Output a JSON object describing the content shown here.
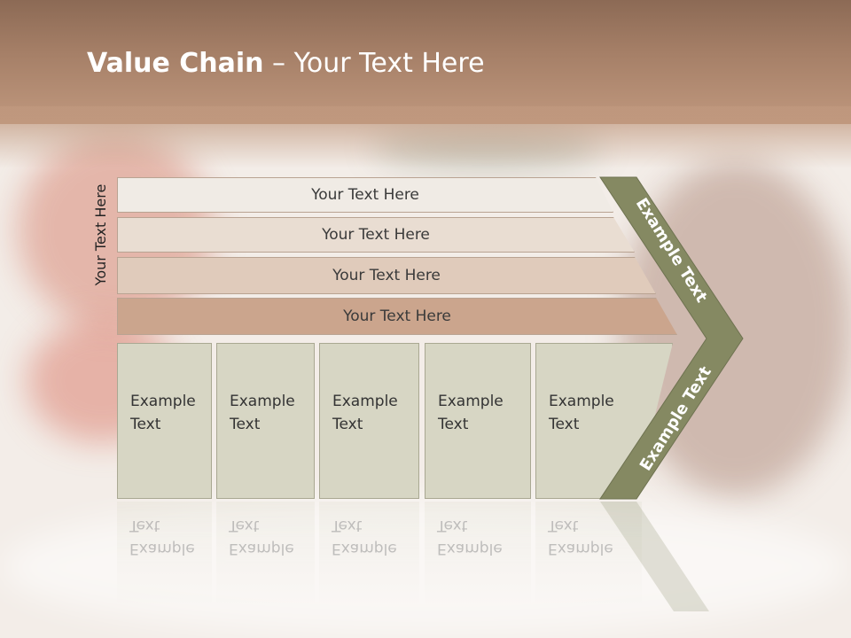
{
  "title": {
    "bold": "Value Chain",
    "rest": " – Your Text Here"
  },
  "vertical_label": "Your Text Here",
  "bars": [
    {
      "label": "Your Text Here"
    },
    {
      "label": "Your Text Here"
    },
    {
      "label": "Your Text Here"
    },
    {
      "label": "Your Text Here"
    }
  ],
  "columns": [
    {
      "line1": "Example",
      "line2": "Text"
    },
    {
      "line1": "Example",
      "line2": "Text"
    },
    {
      "line1": "Example",
      "line2": "Text"
    },
    {
      "line1": "Example",
      "line2": "Text"
    },
    {
      "line1": "Example",
      "line2": "Text"
    }
  ],
  "chevron": {
    "upper": "Example Text",
    "lower": "Example Text"
  },
  "colors": {
    "chevron": "#858962",
    "column": "#d7d6c4",
    "bar_dark": "#cba58d",
    "header": "#a47e66"
  }
}
